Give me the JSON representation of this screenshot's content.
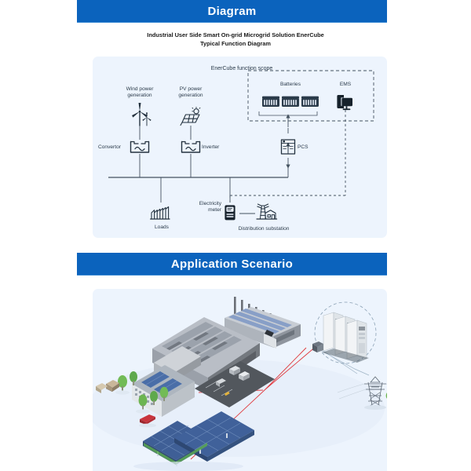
{
  "sections": [
    {
      "id": "diagram",
      "banner_label": "Diagram"
    },
    {
      "id": "scenario",
      "banner_label": "Application Scenario"
    }
  ],
  "diagram": {
    "title_line1": "Industrial User Side Smart On-grid Microgrid Solution EnerCube",
    "title_line2": "Typical Function Diagram",
    "scope_label": "EnerCube function scope",
    "nodes": {
      "wind": "Wind power\ngeneration",
      "pv": "PV power\ngeneration",
      "convertor": "Convertor",
      "inverter": "Inverter",
      "batteries": "Batteries",
      "ems": "EMS",
      "pcs": "PCS",
      "loads": "Loads",
      "meter": "Electricity\nmeter",
      "substation": "Distribution substation"
    }
  },
  "colors": {
    "banner_blue": "#0b63bd",
    "banner_text": "#ffffff",
    "panel_bg": "#edf4fd",
    "line": "#44525f",
    "icon": "#2b3b4a",
    "scenario_accent": "#e0393e"
  }
}
